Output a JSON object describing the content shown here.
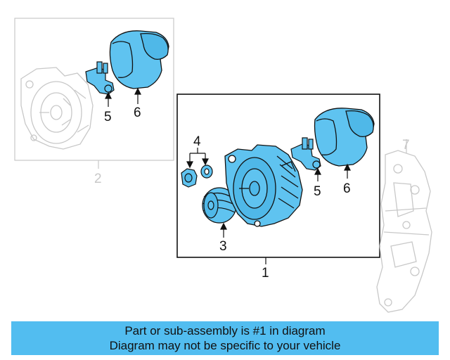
{
  "callouts": {
    "c1": "1",
    "c2": "2",
    "c3": "3",
    "c4": "4",
    "c5_upper": "5",
    "c6_upper": "6",
    "c5_lower": "5",
    "c6_lower": "6",
    "c7": "7"
  },
  "banner": {
    "line1": "Part or sub-assembly is #1 in diagram",
    "line2": "Diagram may not be specific to your vehicle"
  },
  "colors": {
    "part_fill": "#5fc3f0",
    "ghost_line": "#c8c8c8",
    "banner_bg": "#52bdf0",
    "frame": "#111111"
  }
}
